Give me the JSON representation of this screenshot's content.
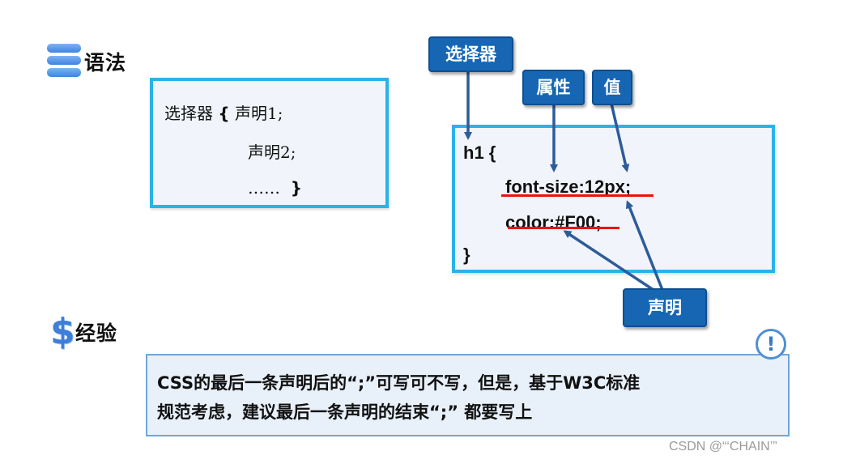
{
  "syntax": {
    "heading": "语法",
    "line1_selector": "选择器 ",
    "line1_brace": "{",
    "line1_decl": " 声明1;",
    "line2": "声明2;",
    "line3_dots": "……",
    "line3_brace": "}"
  },
  "code": {
    "line1": "h1 {",
    "line2": "font-size:12px;",
    "line3": "color:#F00;",
    "line4": "}"
  },
  "labels": {
    "selector": "选择器",
    "property": "属性",
    "value": "值",
    "declaration": "声明"
  },
  "experience": {
    "heading": "经验",
    "tip_line1": "CSS的最后一条声明后的“;”可写可不写，但是，基于W3C标准",
    "tip_line2": "规范考虑，建议最后一条声明的结束“;” 都要写上",
    "alert_symbol": "!"
  },
  "watermark": "CSDN @“‘CHAIN’”",
  "colors": {
    "box_border": "#29b3ea",
    "label_bg": "#1666b4",
    "underline": "#ee1111",
    "arrow": "#2d5c9a"
  },
  "icons": [
    "stack-icon",
    "dollar-icon",
    "alert-icon"
  ]
}
